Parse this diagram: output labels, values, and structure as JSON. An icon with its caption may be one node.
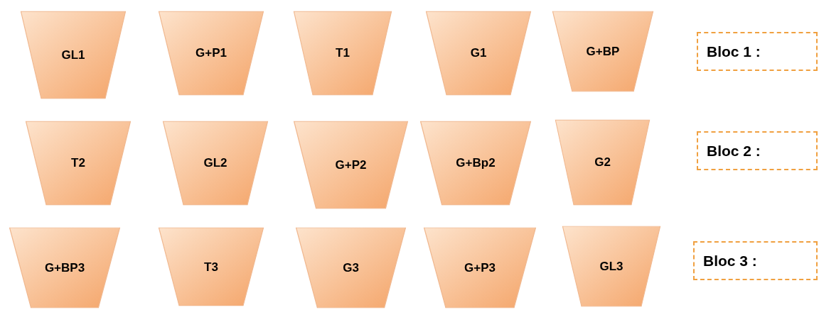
{
  "diagram": {
    "nodes": [
      {
        "text": [
          "GL1"
        ]
      },
      {
        "text": [
          "G+P1"
        ]
      },
      {
        "text": [
          "T1"
        ]
      },
      {
        "text": [
          "G1"
        ]
      },
      {
        "text": [
          "G+BP"
        ]
      },
      {
        "text": [
          "Bloc 1 :"
        ]
      },
      {
        "text": [
          "T2"
        ]
      },
      {
        "text": [
          "GL2"
        ]
      },
      {
        "text": [
          "G+P2"
        ]
      },
      {
        "text": [
          "G+Bp2"
        ]
      },
      {
        "text": [
          "G2"
        ]
      },
      {
        "text": [
          "Bloc 2 :"
        ]
      },
      {
        "text": [
          "G+BP3"
        ]
      },
      {
        "text": [
          "T3"
        ]
      },
      {
        "text": [
          "G3"
        ]
      },
      {
        "text": [
          "G+P3"
        ]
      },
      {
        "text": [
          "GL3"
        ]
      },
      {
        "text": [
          "Bloc 3 :"
        ]
      }
    ],
    "edges": []
  }
}
